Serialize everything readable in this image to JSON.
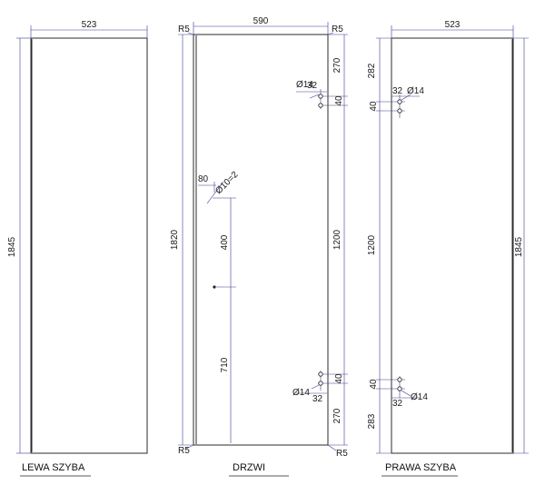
{
  "colors": {
    "panel": "#2b2b2b",
    "dimension": "#3b3b8f",
    "text": "#1a1a1a"
  },
  "left_glass": {
    "caption": "LEWA SZYBA",
    "width": "523",
    "height": "1845"
  },
  "door": {
    "caption": "DRZWI",
    "width": "590",
    "height": "1820",
    "radius_tl": "R5",
    "radius_tr": "R5",
    "radius_bl": "R5",
    "radius_br": "R5",
    "hinge_top_offset": "270",
    "hinge_bottom_offset": "270",
    "hinge_spacing": "1200",
    "hinge_hole_top": "Ø14",
    "hinge_hole_bottom": "Ø14",
    "hinge_inset_top": "32",
    "hinge_inset_bottom": "32",
    "hinge_pitch_top": "40",
    "hinge_pitch_bottom": "40",
    "handle_edge": "80",
    "handle_hole": "Ø10=2",
    "handle_upper": "400",
    "handle_lower": "710"
  },
  "right_glass": {
    "caption": "PRAWA SZYBA",
    "width": "523",
    "height": "1845",
    "hinge_top_offset": "282",
    "hinge_bottom_offset": "283",
    "hinge_spacing": "1200",
    "hinge_hole_top": "Ø14",
    "hinge_hole_bottom": "Ø14",
    "hinge_inset_top": "32",
    "hinge_inset_bottom": "32",
    "hinge_pitch_top": "40",
    "hinge_pitch_bottom": "40"
  }
}
